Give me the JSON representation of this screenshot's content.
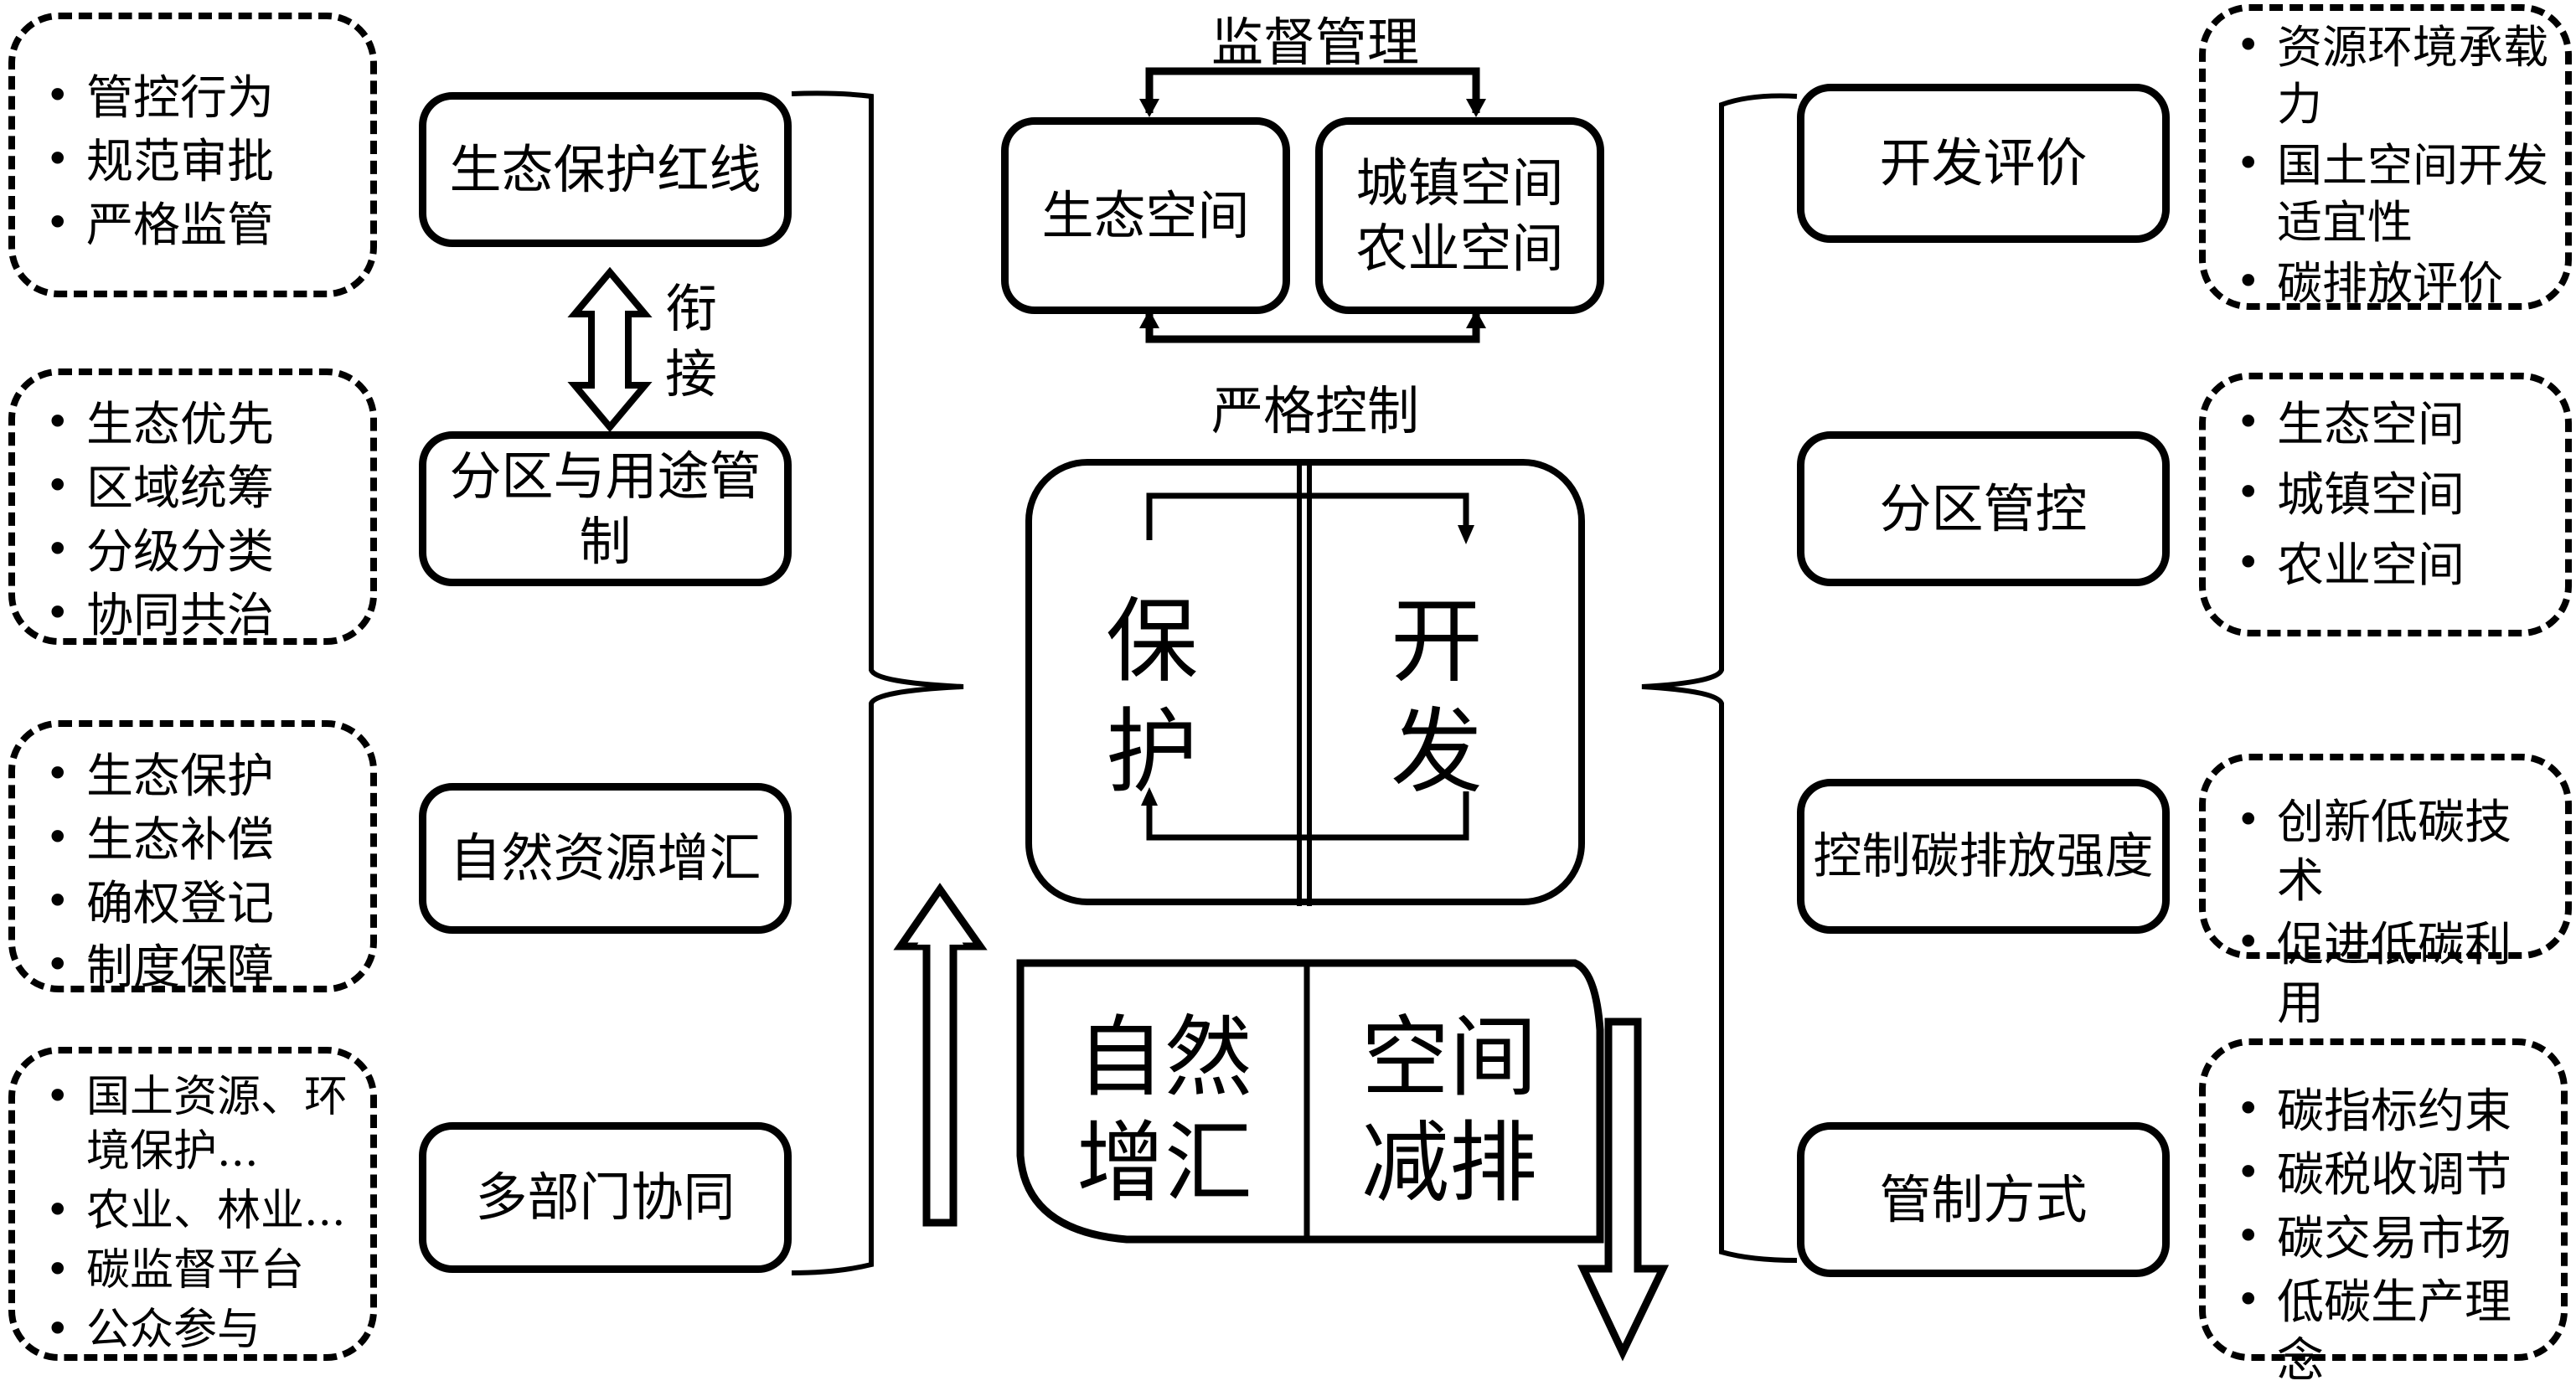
{
  "left_column": {
    "detail_groups": [
      {
        "items": [
          "管控行为",
          "规范审批",
          "严格监管"
        ]
      },
      {
        "items": [
          "生态优先",
          "区域统筹",
          "分级分类",
          "协同共治"
        ]
      },
      {
        "items": [
          "生态保护",
          "生态补偿",
          "确权登记",
          "制度保障"
        ]
      },
      {
        "items": [
          "国土资源、环境保护...",
          "农业、林业...",
          "碳监督平台",
          "公众参与"
        ]
      }
    ],
    "measures": [
      "生态保护红线",
      "分区与用途管制",
      "自然资源增汇",
      "多部门协同"
    ],
    "link_label": "衔接"
  },
  "center": {
    "top_label": "监督管理",
    "bottom_label": "严格控制",
    "space_boxes": [
      {
        "text": "生态空间"
      },
      {
        "lines": [
          "城镇空间",
          "农业空间"
        ]
      }
    ],
    "core": {
      "left": [
        "保",
        "护"
      ],
      "right": [
        "开",
        "发"
      ]
    },
    "base": {
      "left": [
        "自然",
        "增汇"
      ],
      "right": [
        "空间",
        "减排"
      ]
    }
  },
  "right_column": {
    "measures": [
      "开发评价",
      "分区管控",
      "控制碳排放强度",
      "管制方式"
    ],
    "detail_groups": [
      {
        "items": [
          "资源环境承载力",
          "国土空间开发适宜性",
          "碳排放评价"
        ]
      },
      {
        "items": [
          "生态空间",
          "城镇空间",
          "农业空间"
        ]
      },
      {
        "items": [
          "创新低碳技术",
          "促进低碳利用"
        ]
      },
      {
        "items": [
          "碳指标约束",
          "碳税收调节",
          "碳交易市场",
          "低碳生产理念"
        ]
      }
    ]
  }
}
